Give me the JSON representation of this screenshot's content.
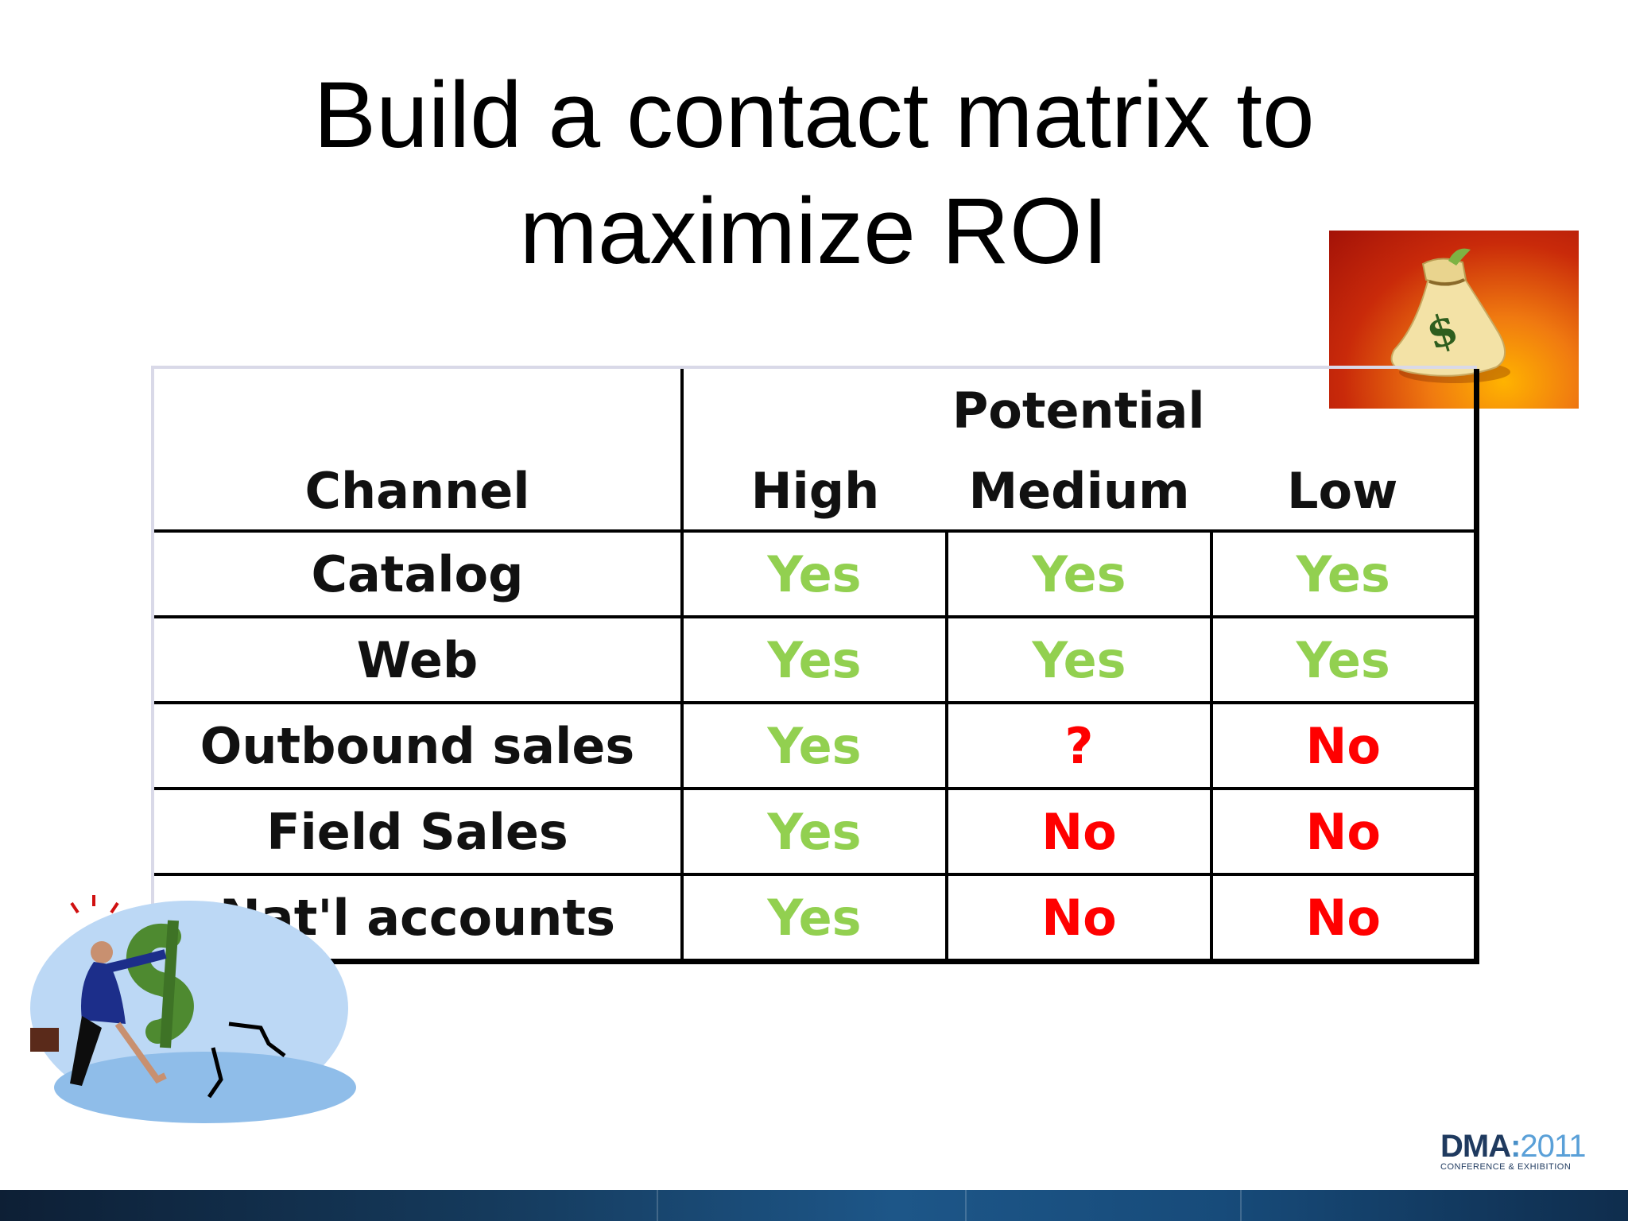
{
  "slide": {
    "title_line1": "Build a contact matrix to",
    "title_line2": "maximize ROI"
  },
  "matrix": {
    "group_header": "Potential",
    "channel_header": "Channel",
    "levels": [
      "High",
      "Medium",
      "Low"
    ],
    "rows": [
      {
        "channel": "Catalog",
        "values": [
          "Yes",
          "Yes",
          "Yes"
        ]
      },
      {
        "channel": "Web",
        "values": [
          "Yes",
          "Yes",
          "Yes"
        ]
      },
      {
        "channel": "Outbound sales",
        "values": [
          "Yes",
          "?",
          "No"
        ]
      },
      {
        "channel": "Field Sales",
        "values": [
          "Yes",
          "No",
          "No"
        ]
      },
      {
        "channel": "Nat'l accounts",
        "values": [
          "Yes",
          "No",
          "No"
        ]
      }
    ]
  },
  "colors": {
    "yes": "#92d050",
    "no_or_unknown": "#ff0000"
  },
  "images": {
    "money_bag": "money-bag-with-dollar-sign",
    "clipart": "woman-chasing-dollar-sign"
  },
  "logo": {
    "brand": "DMA",
    "separator": ":",
    "year": "2011",
    "tagline": "CONFERENCE & EXHIBITION"
  }
}
